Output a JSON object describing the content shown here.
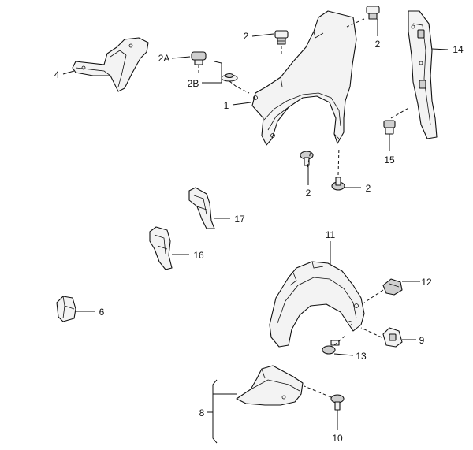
{
  "callouts": {
    "p1": "1",
    "p2_clip_top": "2",
    "p2_clip_right": "2",
    "p2_bolt_lower": "2",
    "p2_bolt_bottom": "2",
    "p2a": "2A",
    "p2b": "2B",
    "p4": "4",
    "p6": "6",
    "p8": "8",
    "p9": "9",
    "p10": "10",
    "p11": "11",
    "p12": "12",
    "p13": "13",
    "p14": "14",
    "p15": "15",
    "p16": "16",
    "p17": "17"
  }
}
